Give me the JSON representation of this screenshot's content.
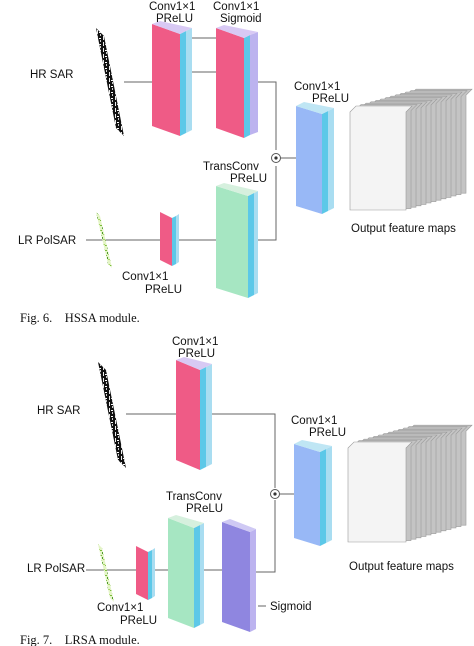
{
  "colors": {
    "conv_face": "#ef5b86",
    "conv_side": "#5cc8e8",
    "prelu_strip": "#a9ddf1",
    "sigmoid_face": "#bcb3ef",
    "sigmoid_side": "#8f86e0",
    "transconv_face": "#a6e6c2",
    "output_face": "#98b8f6",
    "feature_map": "#c4c4c4",
    "line": "#666666"
  },
  "icons": {
    "hr_sar": "sar-texture-icon",
    "lr_polsar": "polsar-texture-icon",
    "multiply": "elementwise-multiply-icon"
  },
  "fig6": {
    "hr_sar_label": "HR SAR",
    "lr_polsar_label": "LR PolSAR",
    "conv_a": {
      "line1": "Conv1×1",
      "line2": "PReLU"
    },
    "conv_b": {
      "line1": "Conv1×1",
      "line2": "Sigmoid"
    },
    "conv_lr": {
      "line1": "Conv1×1",
      "line2": "PReLU"
    },
    "transconv": {
      "line1": "TransConv",
      "line2": "PReLU"
    },
    "conv_out": {
      "line1": "Conv1×1",
      "line2": "PReLU"
    },
    "output_label": "Output feature maps",
    "caption": "Fig. 6.    HSSA module."
  },
  "fig7": {
    "hr_sar_label": "HR SAR",
    "lr_polsar_label": "LR PolSAR",
    "conv_hr": {
      "line1": "Conv1×1",
      "line2": "PReLU"
    },
    "conv_lr": {
      "line1": "Conv1×1",
      "line2": "PReLU"
    },
    "transconv": {
      "line1": "TransConv",
      "line2": "PReLU"
    },
    "sigmoid": "Sigmoid",
    "conv_out": {
      "line1": "Conv1×1",
      "line2": "PReLU"
    },
    "output_label": "Output feature maps",
    "caption": "Fig. 7.    LRSA module."
  }
}
